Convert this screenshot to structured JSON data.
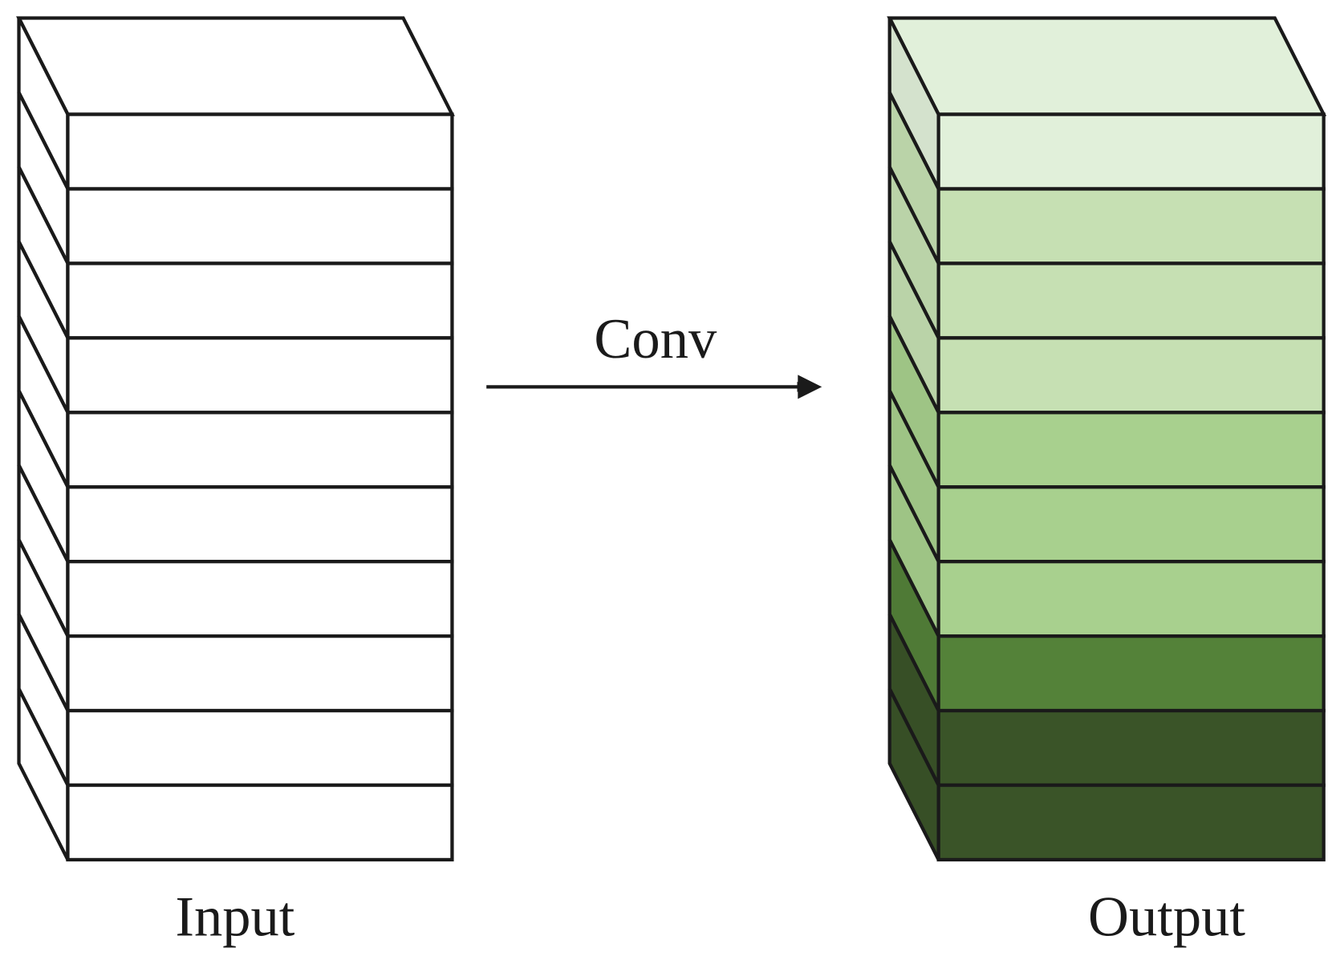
{
  "labels": {
    "input": "Input",
    "output": "Output",
    "operation": "Conv"
  },
  "colors": {
    "stroke": "#1a1a1a",
    "input_fill": "#ffffff",
    "output_top": "#e1f0da",
    "output_layers": [
      "#e1f0da",
      "#c6e0b3",
      "#c6e0b3",
      "#c6e0b3",
      "#a8d08e",
      "#a8d08e",
      "#a8d08e",
      "#548239",
      "#3a5428",
      "#3a5428"
    ]
  },
  "input_layers": 10,
  "output_layers": 10
}
